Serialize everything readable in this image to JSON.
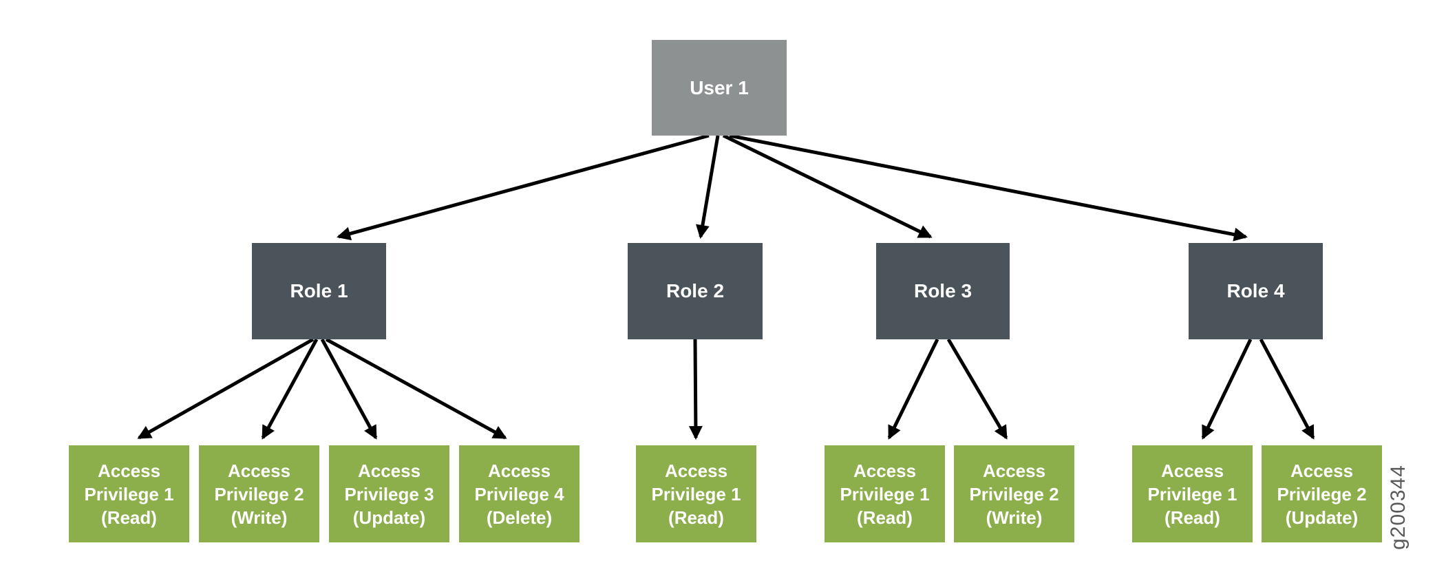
{
  "figure_label": "g200344",
  "colors": {
    "background": "#FFFFFF",
    "user_box": "#8D9192",
    "role_box": "#4B535B",
    "privilege_box": "#8CAE4B",
    "arrow": "#000000",
    "label_text": "#FFFFFF",
    "figure_label_text": "#58595B"
  },
  "user": {
    "label": "User 1"
  },
  "roles": [
    {
      "label": "Role 1"
    },
    {
      "label": "Role 2"
    },
    {
      "label": "Role 3"
    },
    {
      "label": "Role 4"
    }
  ],
  "privileges": [
    [
      "Access\nPrivilege 1\n(Read)",
      "Access\nPrivilege 2\n(Write)",
      "Access\nPrivilege 3\n(Update)",
      "Access\nPrivilege 4\n(Delete)"
    ],
    [
      "Access\nPrivilege 1\n(Read)"
    ],
    [
      "Access\nPrivilege 1\n(Read)",
      "Access\nPrivilege 2\n(Write)"
    ],
    [
      "Access\nPrivilege 1\n(Read)",
      "Access\nPrivilege 2\n(Update)"
    ]
  ],
  "edges": [
    {
      "from": "User 1",
      "to": "Role 1"
    },
    {
      "from": "User 1",
      "to": "Role 2"
    },
    {
      "from": "User 1",
      "to": "Role 3"
    },
    {
      "from": "User 1",
      "to": "Role 4"
    },
    {
      "from": "Role 1",
      "to": "Access Privilege 1 (Read)"
    },
    {
      "from": "Role 1",
      "to": "Access Privilege 2 (Write)"
    },
    {
      "from": "Role 1",
      "to": "Access Privilege 3 (Update)"
    },
    {
      "from": "Role 1",
      "to": "Access Privilege 4 (Delete)"
    },
    {
      "from": "Role 2",
      "to": "Access Privilege 1 (Read)"
    },
    {
      "from": "Role 3",
      "to": "Access Privilege 1 (Read)"
    },
    {
      "from": "Role 3",
      "to": "Access Privilege 2 (Write)"
    },
    {
      "from": "Role 4",
      "to": "Access Privilege 1 (Read)"
    },
    {
      "from": "Role 4",
      "to": "Access Privilege 2 (Update)"
    }
  ]
}
